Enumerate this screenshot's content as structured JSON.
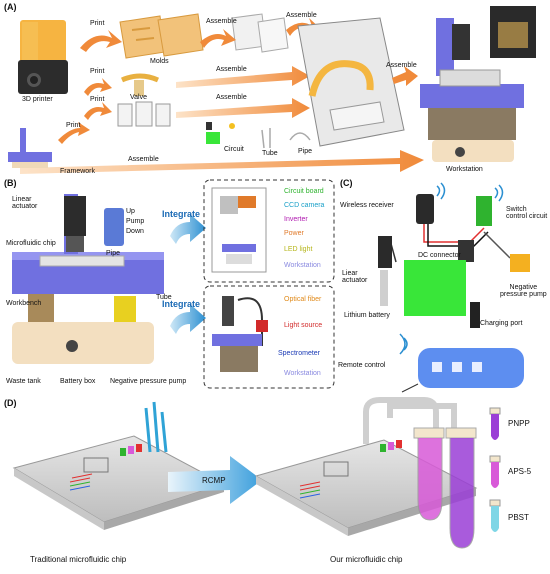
{
  "panels": {
    "a": "(A)",
    "b": "(B)",
    "c": "(C)",
    "d": "(D)"
  },
  "panel_a": {
    "printer": "3D printer",
    "print1": "Print",
    "print2": "Print",
    "print3": "Print",
    "print4": "Print",
    "assemble1": "Assemble",
    "assemble2": "Assemble",
    "assemble3": "Assemble",
    "assemble4": "Assemble",
    "assemble5": "Assemble",
    "assemble6": "Assemble",
    "molds": "Molds",
    "valve": "Valve",
    "circuit": "Circuit",
    "tube": "Tube",
    "pipe": "Pipe",
    "framework": "Framework",
    "workstation": "Workstation"
  },
  "panel_b": {
    "linear_actuator": "Linear\nactuator",
    "remote_up": "Up",
    "remote_pump": "Pump",
    "remote_down": "Down",
    "pipe": "Pipe",
    "microfluidic_chip": "Microfluidic chip",
    "tube": "Tube",
    "workbench": "Workbench",
    "waste_tank": "Waste tank",
    "battery_box": "Battery box",
    "negative_pressure_pump": "Negative pressure pump",
    "integrate_top": "Integrate",
    "integrate_bottom": "Integrate",
    "top_box": [
      "Circuit board",
      "CCD camera",
      "Inverter",
      "Power",
      "LED light",
      "Workstation"
    ],
    "bottom_box": [
      "Optical fiber",
      "Light source",
      "Spectrometer",
      "Workstation"
    ]
  },
  "panel_c": {
    "wireless_receiver": "Wireless receiver",
    "switch_control": "Switch\ncontrol circuit",
    "dc_connector": "DC connector",
    "liear_actuator": "Liear\nactuator",
    "negative_pressure_pump": "Negative\npressure pump",
    "lithium_battery": "Lithium battery",
    "charging_port": "Charging port",
    "remote_control": "Remote control"
  },
  "panel_d": {
    "rcmp": "RCMP",
    "traditional": "Traditional microfluidic chip",
    "ours": "Our microfluidic chip",
    "tubes": [
      "PNPP",
      "APS-5",
      "PBST"
    ]
  },
  "colors": {
    "arrow_orange": "#f08a3a",
    "arrow_blue": "#2b8fd1",
    "workbench_blue": "#6b6be0",
    "pnpp": "#9b3fd6",
    "aps5": "#d85ad8",
    "pbst": "#7fd6e6",
    "battery_green": "#39e639",
    "circuit_board": "#2fb32f",
    "ccd_camera": "#1aa0c8",
    "inverter": "#b01ab0",
    "power": "#e07a2a",
    "led_light": "#b5b51a",
    "workstation_label": "#8a8ae0",
    "optical_fiber": "#e08a1a",
    "light_source": "#d22a2a",
    "spectrometer": "#1a3ab5"
  }
}
